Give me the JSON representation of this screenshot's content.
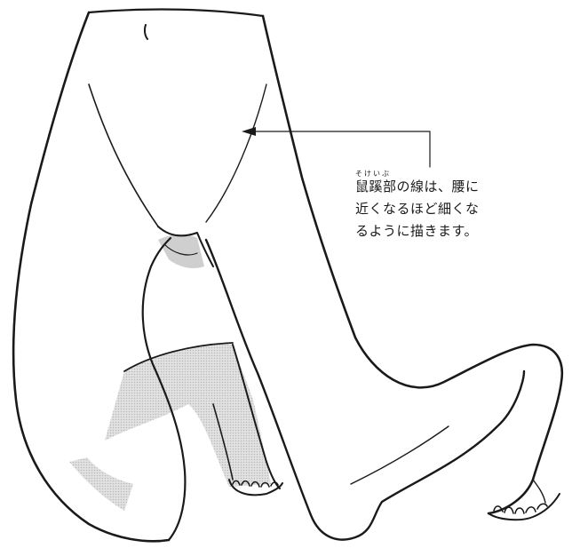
{
  "callout": {
    "ruby": "そけいぶ",
    "lines": [
      "鼠蹊部の線は、腰に",
      "近くなるほど細くな",
      "るように描きます。"
    ]
  },
  "colors": {
    "ink": "#1a1a1a",
    "shadow_tone": "#cfcfcf",
    "paper": "#ffffff"
  }
}
